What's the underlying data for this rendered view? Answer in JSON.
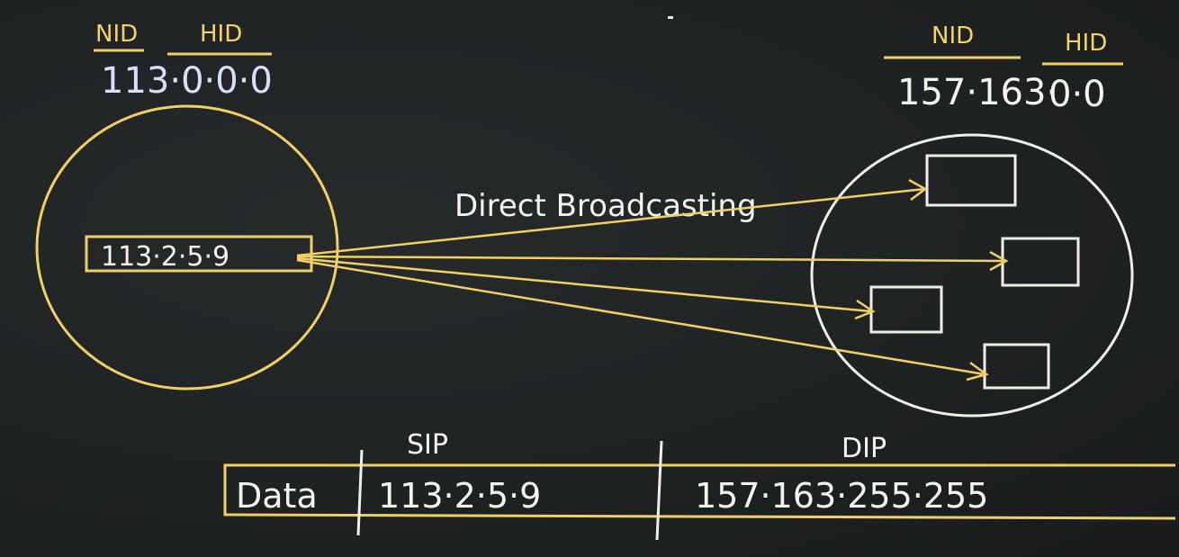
{
  "left_network": {
    "nid_label": "NID",
    "hid_label": "HID",
    "address": "113·0·0·0",
    "host": "113·2·5·9"
  },
  "right_network": {
    "nid_label": "NID",
    "hid_label": "HID",
    "address_nid": "157·163·",
    "address_hid": "0·0"
  },
  "arrow_label": "Direct Broadcasting",
  "packet": {
    "sip_label": "SIP",
    "dip_label": "DIP",
    "data_label": "Data",
    "source_ip": "113·2·5·9",
    "destination_ip": "157·163·255·255"
  },
  "colors": {
    "chalk_yellow": "#f0d064",
    "chalk_white": "#efefe8",
    "board": "#1e2122"
  }
}
